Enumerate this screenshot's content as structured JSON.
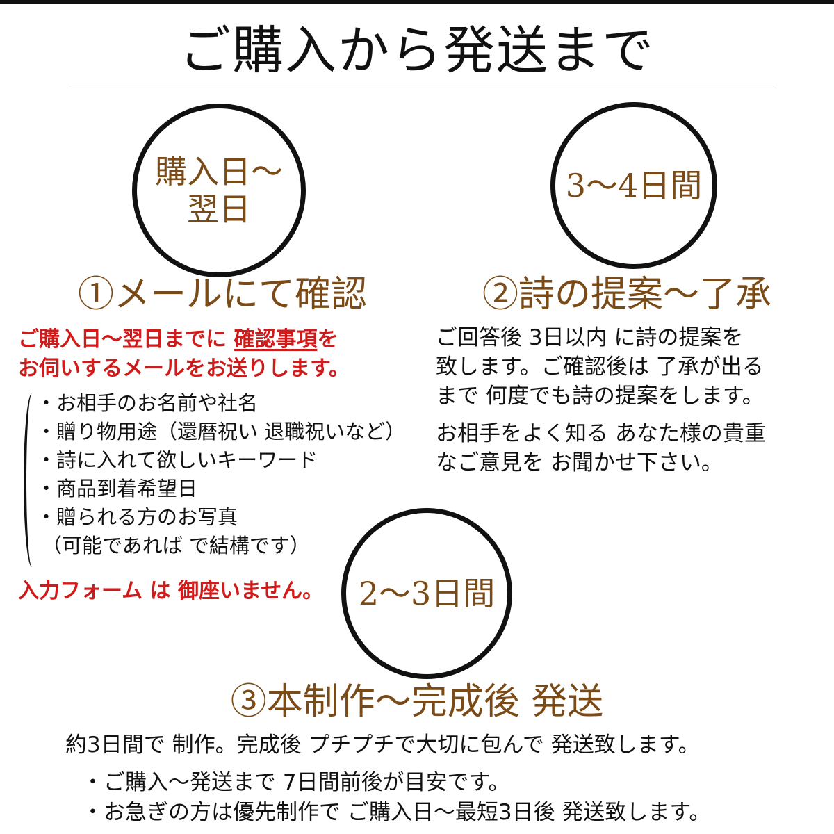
{
  "title": "ご購入から発送まで",
  "step1": {
    "circle_line1": "購入日～",
    "circle_line2": "翌日",
    "heading": "①メールにて確認",
    "red_line1_a": "ご購入日～翌日までに ",
    "red_line1_b": "確認事項",
    "red_line1_c": "を",
    "red_line2": "お伺いするメールをお送りします。",
    "items": [
      "・お相手のお名前や社名",
      "・贈り物用途（還暦祝い 退職祝いなど）",
      "・詩に入れて欲しいキーワード",
      "・商品到着希望日",
      "・贈られる方のお写真",
      "（可能であれば で結構です）"
    ],
    "notice": "入力フォーム は 御座いません。"
  },
  "step2": {
    "circle_text": "3～4日間",
    "heading": "②詩の提案～了承",
    "lines": [
      "ご回答後 3日以内 に詩の提案を",
      "致します。ご確認後は 了承が出る",
      "まで 何度でも詩の提案をします。"
    ],
    "lines2": [
      "お相手をよく知る あなた様の貴重",
      "なご意見を お聞かせ下さい。"
    ]
  },
  "step3": {
    "circle_text": "2～3日間",
    "heading": "③本制作～完成後 発送",
    "line": "約3日間で 制作。完成後 プチプチで大切に包んで 発送致します。",
    "notes": [
      "・ご購入～発送まで 7日間前後が目安です。",
      "・お急ぎの方は優先制作で ご購入日～最短3日後 発送致します。"
    ]
  },
  "colors": {
    "accent_brown": "#7a4b17",
    "emphasis_red": "#d11a1a",
    "ink": "#111111"
  }
}
